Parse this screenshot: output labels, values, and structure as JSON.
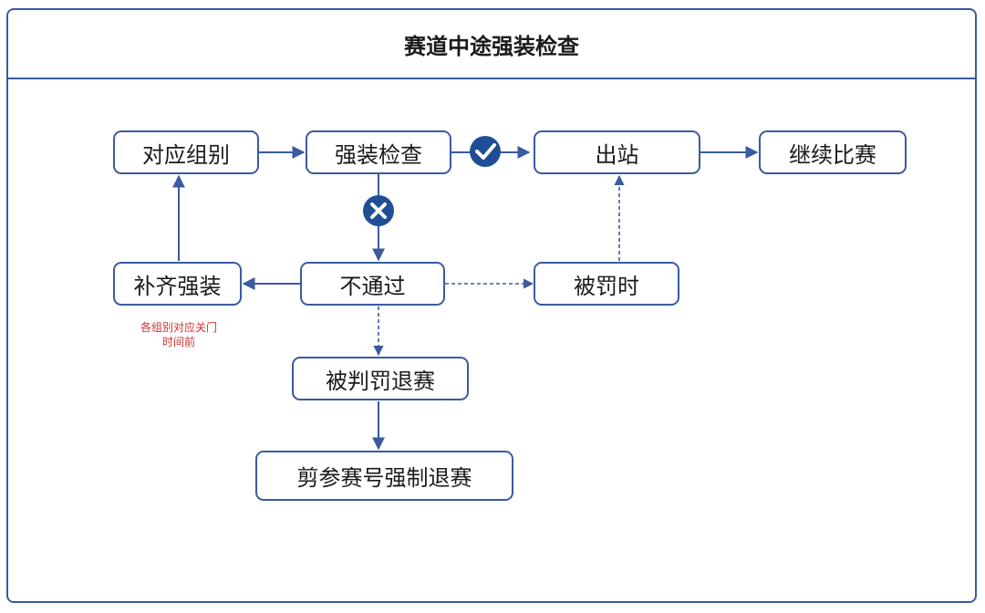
{
  "title": "赛道中途强装检查",
  "nodes": {
    "match_group": "对应组别",
    "gear_check": "强装检查",
    "depart": "出站",
    "continue_race": "继续比赛",
    "supplement_gear": "补齐强装",
    "not_pass": "不通过",
    "time_penalty": "被罚时",
    "disqualified": "被判罚退赛",
    "cut_bib": "剪参赛号强制退赛"
  },
  "note": {
    "line1": "各组别对应关门",
    "line2": "时间前"
  },
  "colors": {
    "accent": "#3a5ba0",
    "badge": "#1f4e96",
    "note": "#d0312d"
  },
  "icons": {
    "pass": "check-circle-icon",
    "fail": "x-circle-icon"
  }
}
